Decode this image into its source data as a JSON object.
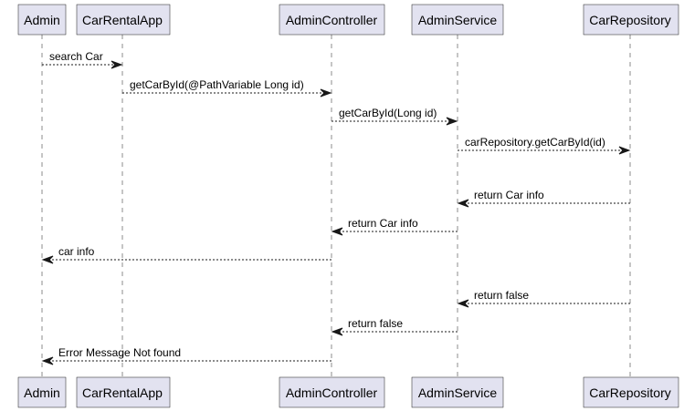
{
  "participants": [
    {
      "id": "admin",
      "label": "Admin"
    },
    {
      "id": "carrentalapp",
      "label": "CarRentalApp"
    },
    {
      "id": "admincontroller",
      "label": "AdminController"
    },
    {
      "id": "adminservice",
      "label": "AdminService"
    },
    {
      "id": "carrepository",
      "label": "CarRepository"
    }
  ],
  "messages": [
    {
      "from": "admin",
      "to": "carrentalapp",
      "label": "search Car"
    },
    {
      "from": "carrentalapp",
      "to": "admincontroller",
      "label": "getCarById(@PathVariable Long id)"
    },
    {
      "from": "admincontroller",
      "to": "adminservice",
      "label": "getCarById(Long id)"
    },
    {
      "from": "adminservice",
      "to": "carrepository",
      "label": "carRepository.getCarById(id)"
    },
    {
      "from": "carrepository",
      "to": "adminservice",
      "label": "return Car info"
    },
    {
      "from": "adminservice",
      "to": "admincontroller",
      "label": "return Car info"
    },
    {
      "from": "admincontroller",
      "to": "admin",
      "label": "car info"
    },
    {
      "from": "carrepository",
      "to": "adminservice",
      "label": "return false"
    },
    {
      "from": "adminservice",
      "to": "admincontroller",
      "label": "return false"
    },
    {
      "from": "admincontroller",
      "to": "admin",
      "label": "Error Message Not found"
    }
  ]
}
